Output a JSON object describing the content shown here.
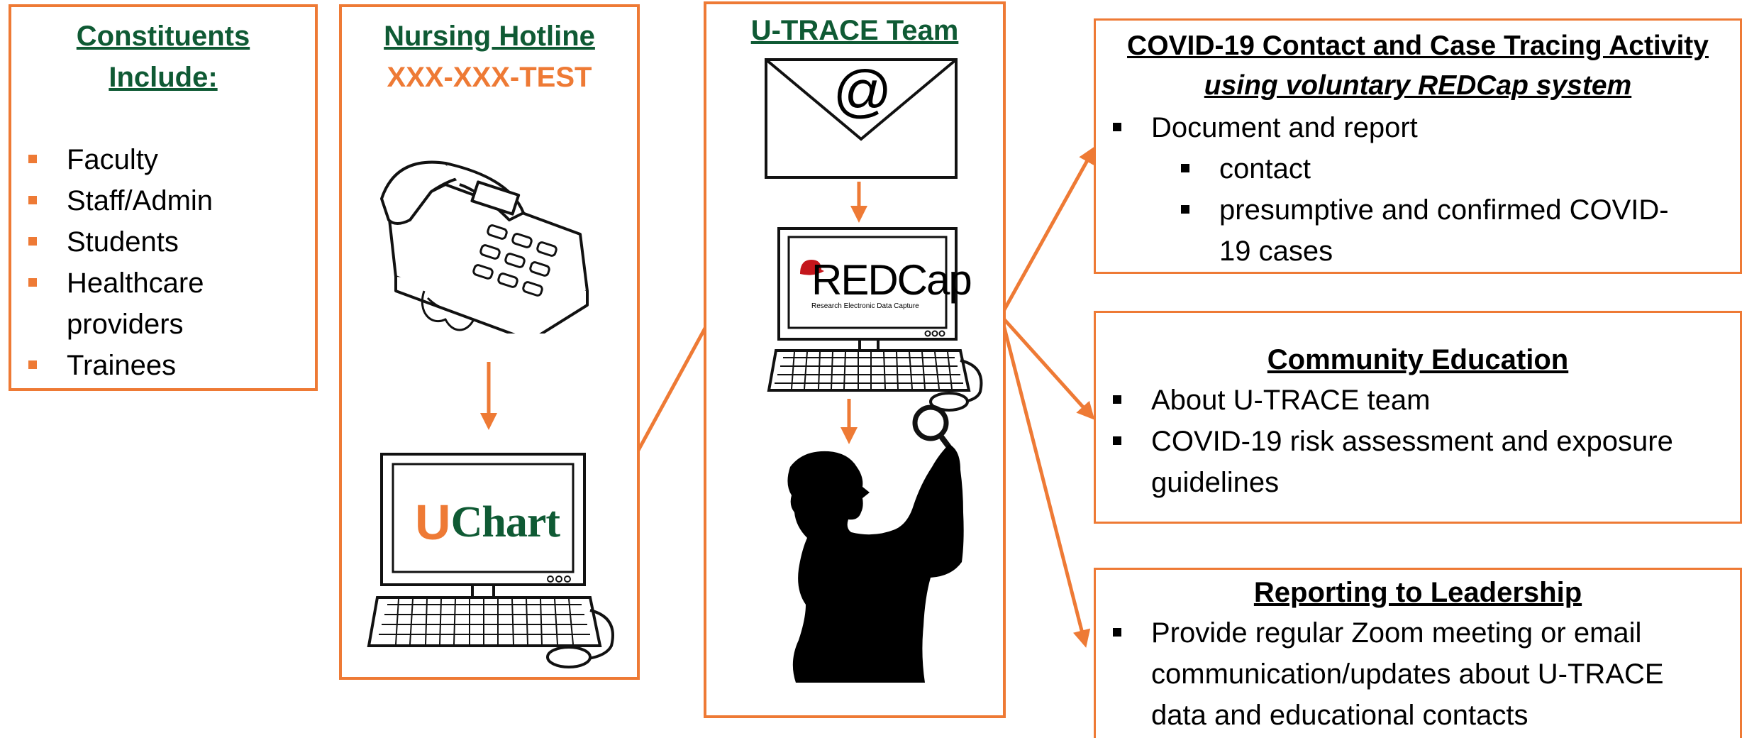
{
  "constituents": {
    "title_line1": "Constituents",
    "title_line2": "Include:",
    "items": [
      "Faculty",
      "Staff/Admin",
      "Students",
      "Healthcare",
      "providers",
      "Trainees"
    ]
  },
  "hotline": {
    "title": "Nursing Hotline",
    "number": "XXX-XXX-TEST",
    "uchart_logo_u": "U",
    "uchart_logo_text": "Chart"
  },
  "team": {
    "title": "U-TRACE Team",
    "email_symbol": "@",
    "redcap_logo_text": "REDCap",
    "redcap_logo_tagline": "Research Electronic Data Capture"
  },
  "tracing": {
    "title": "COVID-19 Contact and Case Tracing Activity",
    "subtitle": "using voluntary REDCap system",
    "item1": "Document and report",
    "sub1": "contact",
    "sub2_line1": "presumptive and confirmed COVID-",
    "sub2_line2": "19 cases"
  },
  "education": {
    "title": "Community Education",
    "item1": "About U-TRACE team",
    "item2_line1": "COVID-19 risk assessment and exposure",
    "item2_line2": "guidelines"
  },
  "leadership": {
    "title": "Reporting to Leadership",
    "item1_line1": "Provide regular Zoom meeting or email",
    "item1_line2": "communication/updates about U-TRACE",
    "item1_line3": "data and educational contacts"
  },
  "colors": {
    "accent_orange": "#ee7a35",
    "title_green": "#0f5a34",
    "uchart_green": "#0f5a34",
    "redcap_red": "#c4161c"
  },
  "icons": [
    "telephone-icon",
    "computer-icon",
    "envelope-icon",
    "magnifier-person-icon",
    "arrow-icon"
  ]
}
